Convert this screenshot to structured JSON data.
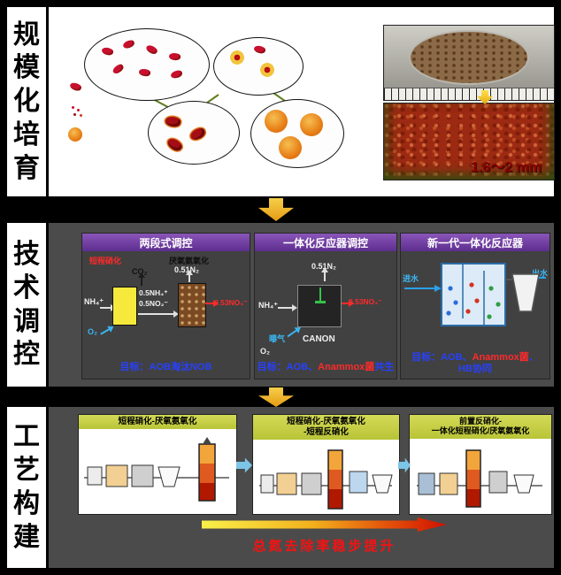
{
  "top": {
    "sidebar": "规模化培育",
    "photo2_label": "1.6～2 mm"
  },
  "middle": {
    "sidebar": "技术调控",
    "panelA": {
      "title": "两段式调控",
      "stage1": "短程硝化",
      "stage2": "厌氧氨氧化",
      "co2": "CO₂",
      "nh4": "NH₄⁺",
      "o2": "O₂",
      "half_nh4": "0.5NH₄⁺",
      "half_no2": "0.5NO₂⁻",
      "n2": "0.51N₂",
      "no3": "0.53NO₃⁻",
      "goal": "目标：AOB淘汰NOB"
    },
    "panelB": {
      "title": "一体化反应器调控",
      "n2": "0.51N₂",
      "nh4": "NH₄⁺",
      "no3": "0.53NO₃⁻",
      "aeration": "曝气",
      "o2": "O₂",
      "canon": "CANON",
      "goal_p1": "目标：AOB、",
      "goal_p2": "Anammox菌",
      "goal_p3": "共生"
    },
    "panelC": {
      "title": "新一代一体化反应器",
      "inflow": "进水",
      "outflow": "出水",
      "goal_p1": "目标：AOB、",
      "goal_p2": "Anammox菌",
      "goal_p3": "、",
      "goal_line2": "HB协同"
    }
  },
  "bottom": {
    "sidebar": "工艺构建",
    "card1_title": "短程硝化-厌氧氨氧化",
    "card2_title_l1": "短程硝化-厌氧氨氧化",
    "card2_title_l2": "-短程反硝化",
    "card3_title_l1": "前置反硝化-",
    "card3_title_l2": "一体化短程硝化/厌氧氨氧化",
    "caption": "总氮去除率稳步提升"
  }
}
